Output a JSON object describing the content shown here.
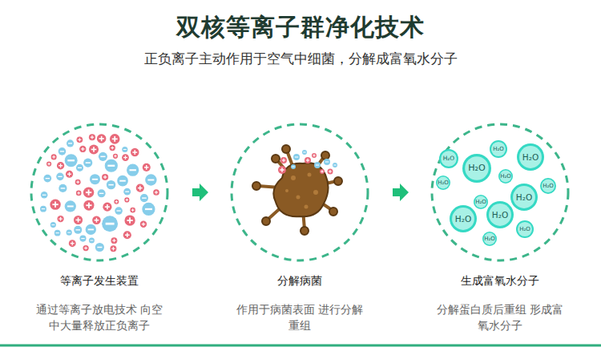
{
  "diagram": {
    "title": "双核等离子群净化技术",
    "nodes": [
      {
        "text": [
          "等离子发生装置",
          "通过等离子放电技术 向空中大量释放正负离子"
        ]
      },
      {
        "text": [
          "分解病菌",
          "作用于病菌表面 进行分解重组"
        ]
      },
      {
        "text": [
          "生成富氧水分子",
          "分解蛋白质后重组 形成富氧水分子"
        ]
      }
    ],
    "edges": [
      {
        "from": 0,
        "to": 1,
        "arrow": "to"
      },
      {
        "from": 1,
        "to": 2,
        "arrow": "to"
      }
    ],
    "labels": [
      "正负离子主动作用于空气中细菌，分解成富氧水分子",
      "H₂O",
      "H₂O",
      "H₂O",
      "H₂O",
      "H₂O",
      "H₂O",
      "H₂O",
      "H₂O",
      "H₂O",
      "H₂O",
      "H₂O",
      "H₂O",
      "H₂O"
    ]
  }
}
